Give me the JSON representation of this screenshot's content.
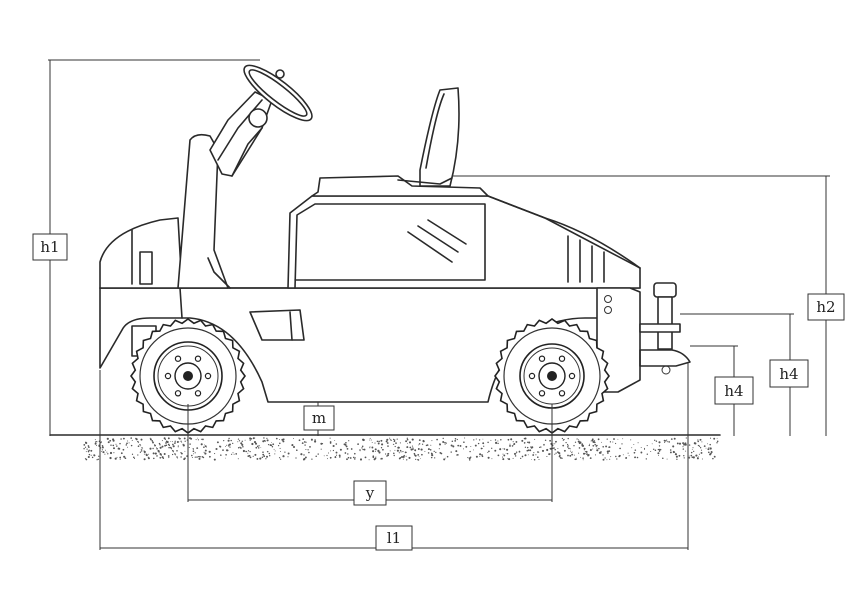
{
  "diagram": {
    "labels": {
      "h1": "h1",
      "h2": "h2",
      "h4_front": "h4",
      "h4_rear": "h4",
      "m": "m",
      "y": "y",
      "l1": "l1"
    }
  }
}
